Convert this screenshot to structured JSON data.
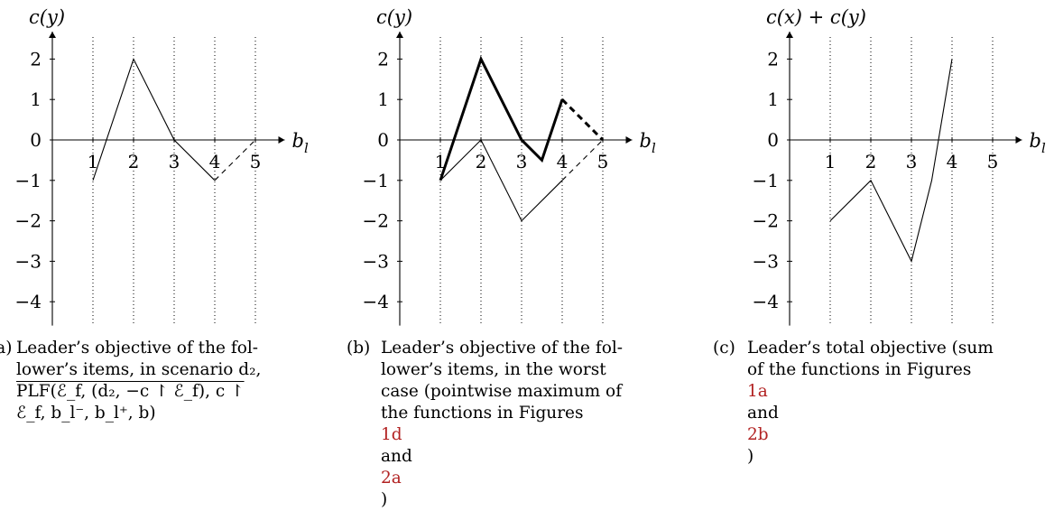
{
  "panels": [
    {
      "id": "a",
      "ylabel": "c(y)",
      "xlabel": "b",
      "xlabel_sub": "l",
      "caption_label": "(a)",
      "caption_lines": [
        "Leader’s objective of the fol-",
        "lower’s items, in scenario d₂,",
        "PLF(ℰ_f, (d₂, −c ↾ ℰ_f), c ↾",
        "ℰ_f, b_l⁻, b_l⁺, b)"
      ]
    },
    {
      "id": "b",
      "ylabel": "c(y)",
      "xlabel": "b",
      "xlabel_sub": "l",
      "caption_label": "(b)",
      "caption_lines": [
        "Leader’s objective of the fol-",
        "lower’s items, in the worst",
        "case (pointwise maximum of",
        "the functions in Figures 1d",
        "and 2a)"
      ],
      "caption_refs": [
        "1d",
        "2a"
      ]
    },
    {
      "id": "c",
      "ylabel": "c(x) + c(y)",
      "xlabel": "b",
      "xlabel_sub": "l",
      "caption_label": "(c)",
      "caption_lines": [
        "Leader’s total objective (sum",
        "of the functions in Figures 1a",
        "and 2b)"
      ],
      "caption_refs": [
        "1a",
        "2b"
      ]
    }
  ],
  "chart_data": [
    {
      "type": "line",
      "title": "",
      "xlabel": "b_l",
      "ylabel": "c(y)",
      "x_ticks": [
        1,
        2,
        3,
        4,
        5
      ],
      "y_ticks": [
        2,
        1,
        0,
        -1,
        -2,
        -3,
        -4
      ],
      "xlim": [
        0,
        5.5
      ],
      "ylim": [
        -4.5,
        2.5
      ],
      "grid": "vertical dotted lines at x = 1..5",
      "series": [
        {
          "style": "thin solid",
          "x": [
            1,
            2,
            3,
            4
          ],
          "y": [
            -1,
            2,
            0,
            -1
          ]
        },
        {
          "style": "thin dashed",
          "x": [
            4,
            5
          ],
          "y": [
            -1,
            0
          ]
        }
      ]
    },
    {
      "type": "line",
      "title": "",
      "xlabel": "b_l",
      "ylabel": "c(y)",
      "x_ticks": [
        1,
        2,
        3,
        4,
        5
      ],
      "y_ticks": [
        2,
        1,
        0,
        -1,
        -2,
        -3,
        -4
      ],
      "xlim": [
        0,
        5.5
      ],
      "ylim": [
        -4.5,
        2.5
      ],
      "grid": "vertical dotted lines at x = 1..5",
      "series": [
        {
          "style": "thin solid",
          "x": [
            1,
            2,
            3,
            4
          ],
          "y": [
            -1,
            0,
            -2,
            -1
          ]
        },
        {
          "style": "thin dashed",
          "x": [
            4,
            5
          ],
          "y": [
            -1,
            0
          ]
        },
        {
          "style": "thick solid",
          "x": [
            1,
            2,
            3,
            3.5,
            4
          ],
          "y": [
            -1,
            2,
            0,
            -0.5,
            1
          ]
        },
        {
          "style": "thick dashed",
          "x": [
            4,
            5
          ],
          "y": [
            1,
            0
          ]
        }
      ]
    },
    {
      "type": "line",
      "title": "",
      "xlabel": "b_l",
      "ylabel": "c(x) + c(y)",
      "x_ticks": [
        1,
        2,
        3,
        4,
        5
      ],
      "y_ticks": [
        2,
        1,
        0,
        -1,
        -2,
        -3,
        -4
      ],
      "xlim": [
        0,
        5.5
      ],
      "ylim": [
        -4.5,
        2.5
      ],
      "grid": "vertical dotted lines at x = 1..5",
      "series": [
        {
          "style": "thin solid",
          "x": [
            1,
            2,
            3,
            3.5,
            4
          ],
          "y": [
            -2,
            -1,
            -3,
            -1,
            2
          ]
        }
      ]
    }
  ]
}
